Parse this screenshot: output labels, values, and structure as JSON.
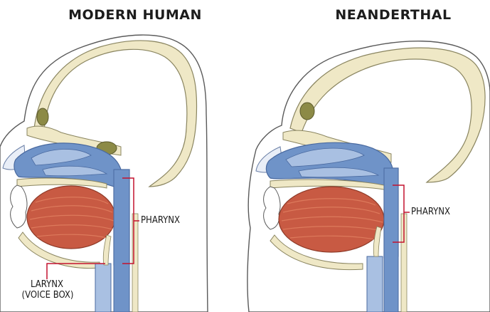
{
  "titles": {
    "modern": "MODERN HUMAN",
    "neanderthal": "NEANDERTHAL"
  },
  "labels": {
    "pharynx_modern": "PHARYNX",
    "pharynx_neanderthal": "PHARYNX",
    "larynx_line1": "LARYNX",
    "larynx_line2": "(VOICE BOX)"
  },
  "colors": {
    "airway_blue": "#6f93c8",
    "airway_light": "#a9c0e2",
    "tongue_red": "#c85a43",
    "tongue_light": "#dd7a5c",
    "bone_cream": "#efe8c6",
    "sinus_olive": "#8c8a46",
    "outline": "#4a4a4a",
    "leader_red": "#c4122e"
  }
}
